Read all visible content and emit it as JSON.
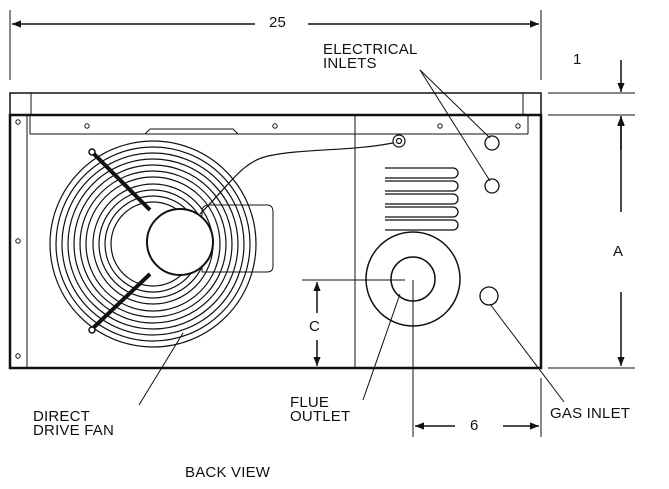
{
  "labels": {
    "width_dim": "25",
    "top_dim": "1",
    "electrical_inlets_line1": "ELECTRICAL",
    "electrical_inlets_line2": "INLETS",
    "dim_a": "A",
    "dim_c": "C",
    "dim_6": "6",
    "flue_outlet_line1": "FLUE",
    "flue_outlet_line2": "OUTLET",
    "direct_drive_fan_line1": "DIRECT",
    "direct_drive_fan_line2": "DRIVE FAN",
    "gas_inlet": "GAS INLET",
    "view_title": "BACK VIEW"
  },
  "colors": {
    "line": "#111111",
    "background": "#ffffff"
  }
}
